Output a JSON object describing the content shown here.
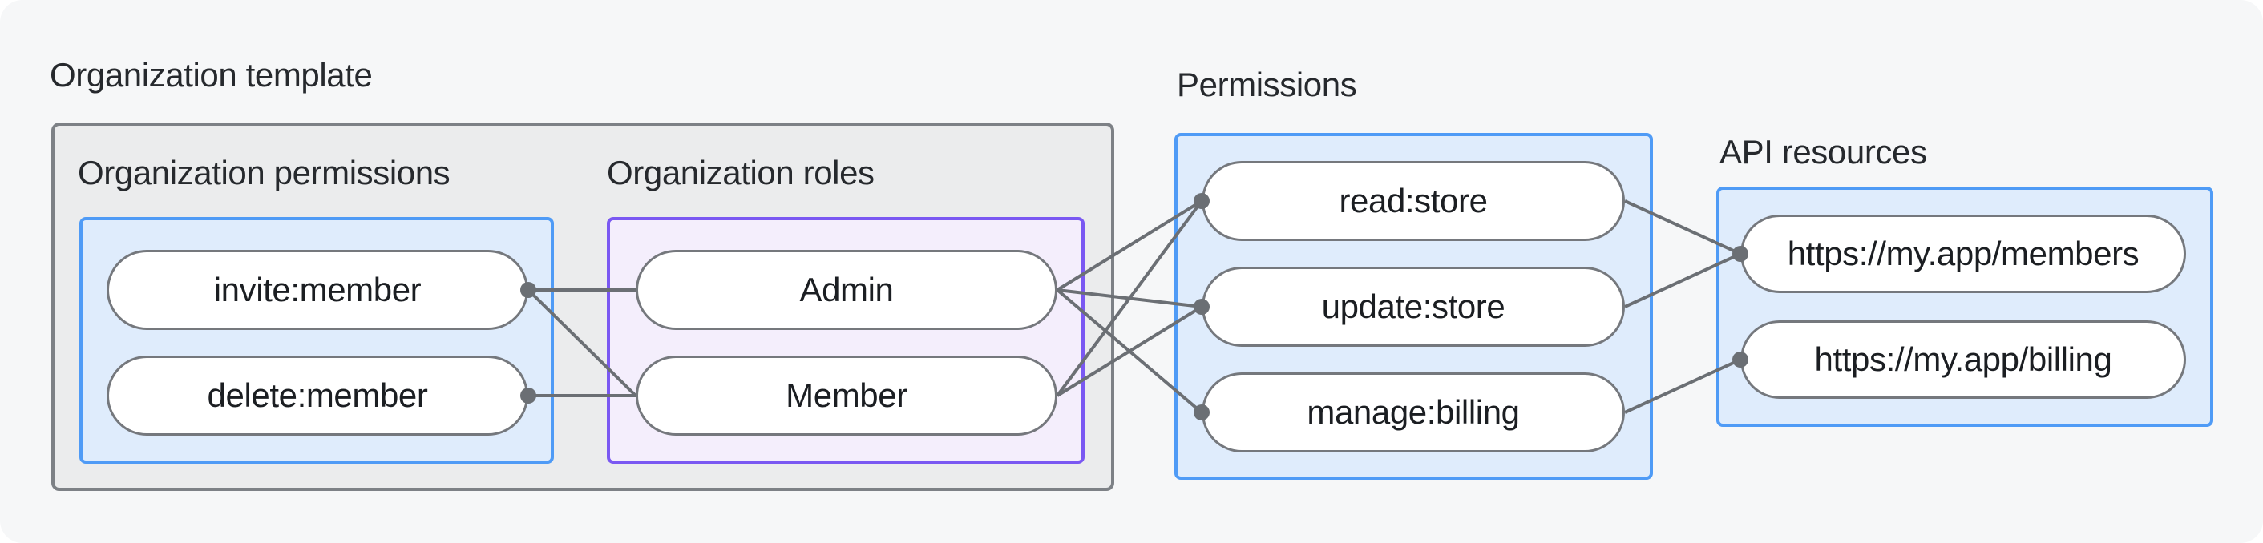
{
  "diagram": {
    "title": "Organization template",
    "groups": [
      {
        "id": "org-permissions",
        "label": "Organization permissions",
        "pills": [
          "invite:member",
          "delete:member"
        ]
      },
      {
        "id": "org-roles",
        "label": "Organization roles",
        "pills": [
          "Admin",
          "Member"
        ]
      },
      {
        "id": "permissions",
        "label": "Permissions",
        "pills": [
          "read:store",
          "update:store",
          "manage:billing"
        ]
      },
      {
        "id": "api-resources",
        "label": "API resources",
        "pills": [
          "https://my.app/members",
          "https://my.app/billing"
        ]
      }
    ]
  },
  "labels": {
    "template_title": "Organization template",
    "org_permissions": "Organization permissions",
    "org_roles": "Organization roles",
    "permissions": "Permissions",
    "api_resources": "API resources"
  },
  "pills": {
    "invite": "invite:member",
    "delete": "delete:member",
    "admin": "Admin",
    "member": "Member",
    "read": "read:store",
    "update": "update:store",
    "manage": "manage:billing",
    "members_url": "https://my.app/members",
    "billing_url": "https://my.app/billing"
  },
  "connections": {
    "edges": [
      {
        "from": "invite",
        "to": "admin"
      },
      {
        "from": "invite",
        "to": "member"
      },
      {
        "from": "delete",
        "to": "member"
      },
      {
        "from": "admin",
        "to": "read"
      },
      {
        "from": "admin",
        "to": "update"
      },
      {
        "from": "admin",
        "to": "manage"
      },
      {
        "from": "member",
        "to": "read"
      },
      {
        "from": "member",
        "to": "update"
      },
      {
        "from": "read",
        "to": "members_url"
      },
      {
        "from": "update",
        "to": "members_url"
      },
      {
        "from": "manage",
        "to": "billing_url"
      }
    ],
    "dots": [
      {
        "node": "invite",
        "side": "right"
      },
      {
        "node": "delete",
        "side": "right"
      },
      {
        "node": "read",
        "side": "left"
      },
      {
        "node": "update",
        "side": "left"
      },
      {
        "node": "manage",
        "side": "left"
      },
      {
        "node": "members_url",
        "side": "left"
      },
      {
        "node": "billing_url",
        "side": "left"
      }
    ]
  },
  "colors": {
    "page_bg": "#f6f7f8",
    "template_fill": "#ebeced",
    "template_border": "#7d8186",
    "blue_fill": "#dfecfc",
    "blue_border": "#4f9bf6",
    "purple_fill": "#f4eefc",
    "purple_border": "#7a58f2",
    "pill_fill": "#ffffff",
    "pill_border": "#75787d",
    "pill_text": "#1b1e22",
    "label_text": "#26292d",
    "wire": "#6b6f74"
  }
}
